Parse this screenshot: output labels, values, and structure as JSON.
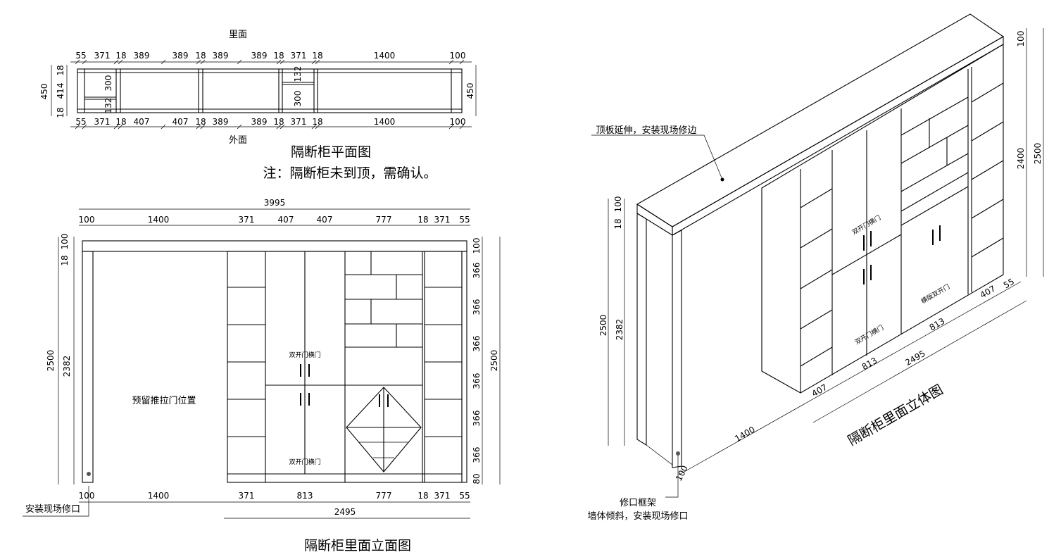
{
  "plan": {
    "inner_label": "里面",
    "outer_label": "外面",
    "title": "隔断柜平面图",
    "note": "注：隔断柜未到顶，需确认。",
    "top_dims": [
      "55",
      "371",
      "18",
      "389",
      "389",
      "18",
      "389",
      "389",
      "18",
      "371",
      "18",
      "1400",
      "100"
    ],
    "bottom_dims": [
      "55",
      "371",
      "18",
      "407",
      "407",
      "18",
      "389",
      "389",
      "18",
      "371",
      "18",
      "1400",
      "100"
    ],
    "left_dims": [
      "450",
      "18",
      "414",
      "18"
    ],
    "inner_dims": [
      "300",
      "132",
      "132",
      "300"
    ],
    "right_dim": "450"
  },
  "elevation": {
    "title": "隔断柜里面立面图",
    "overall_width": "3995",
    "top_dims": [
      "100",
      "1400",
      "371",
      "407",
      "407",
      "777",
      "18",
      "371",
      "55"
    ],
    "bottom_dims": [
      "100",
      "1400",
      "371",
      "813",
      "777",
      "18",
      "371",
      "55"
    ],
    "cabinet_width": "2495",
    "left_dims": [
      "100",
      "18",
      "2500",
      "2382"
    ],
    "right_dims": [
      "100",
      "366",
      "366",
      "366",
      "366",
      "366",
      "366",
      "80"
    ],
    "right_total": "2500",
    "reserve_label": "预留推拉门位置",
    "door_label_top": "双开门横门",
    "door_label_bottom": "双开门横门",
    "install_note": "安装现场修口"
  },
  "iso": {
    "title": "隔断柜里面立体图",
    "top_note": "顶板延伸，安装现场修边",
    "frame_note": "修口框架",
    "wall_note": "墙体倾斜，安装现场修口",
    "right_dims": [
      "100",
      "2400",
      "2500"
    ],
    "left_dims": [
      "100",
      "18",
      "2500",
      "2382"
    ],
    "bottom_dims": [
      "100",
      "1400",
      "407",
      "813",
      "813",
      "2495",
      "407",
      "55"
    ],
    "door_labels": [
      "双开门横门",
      "双开门横门",
      "横版双开门"
    ]
  }
}
